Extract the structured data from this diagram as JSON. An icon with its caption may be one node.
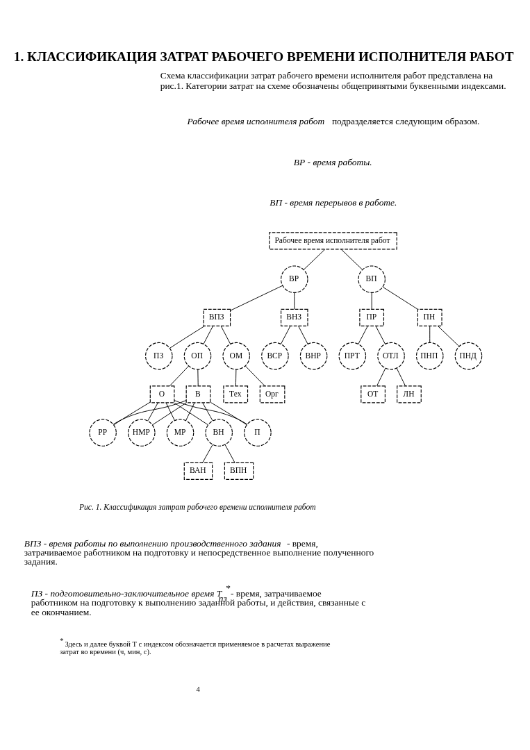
{
  "diagram": {
    "title": "1. КЛАССИФИКАЦИЯ ЗАТРАТ РАБОЧЕГО ВРЕМЕНИ ИСПОЛНИТЕЛЯ РАБОТ",
    "caption": "Рис. 1. Классификация затрат рабочего времени исполнителя работ",
    "nodes": [
      {
        "text": [
          "Рабочее время исполнителя работ"
        ]
      },
      {
        "text": [
          "ВР"
        ]
      },
      {
        "text": [
          "ВП"
        ]
      },
      {
        "text": [
          "ВПЗ"
        ]
      },
      {
        "text": [
          "ВНЗ"
        ]
      },
      {
        "text": [
          "ПР"
        ]
      },
      {
        "text": [
          "ПН"
        ]
      },
      {
        "text": [
          "ПЗ"
        ]
      },
      {
        "text": [
          "ОП"
        ]
      },
      {
        "text": [
          "ОМ"
        ]
      },
      {
        "text": [
          "ВСР"
        ]
      },
      {
        "text": [
          "ВНР"
        ]
      },
      {
        "text": [
          "ПРТ"
        ]
      },
      {
        "text": [
          "ОТЛ"
        ]
      },
      {
        "text": [
          "ПНП"
        ]
      },
      {
        "text": [
          "ПНД"
        ]
      },
      {
        "text": [
          "О"
        ]
      },
      {
        "text": [
          "В"
        ]
      },
      {
        "text": [
          "Тех"
        ]
      },
      {
        "text": [
          "Орг"
        ]
      },
      {
        "text": [
          "ОТ"
        ]
      },
      {
        "text": [
          "ЛН"
        ]
      },
      {
        "text": [
          "РР"
        ]
      },
      {
        "text": [
          "НМР"
        ]
      },
      {
        "text": [
          "МР"
        ]
      },
      {
        "text": [
          "ВН"
        ]
      },
      {
        "text": [
          "П"
        ]
      },
      {
        "text": [
          "ВАН"
        ]
      },
      {
        "text": [
          "ВПН"
        ]
      }
    ],
    "edges": [
      {
        "from": 0,
        "to": 1,
        "arrow": "none"
      },
      {
        "from": 0,
        "to": 2,
        "arrow": "none"
      },
      {
        "from": 1,
        "to": 3,
        "arrow": "none"
      },
      {
        "from": 1,
        "to": 4,
        "arrow": "none"
      },
      {
        "from": 2,
        "to": 5,
        "arrow": "none"
      },
      {
        "from": 2,
        "to": 6,
        "arrow": "none"
      },
      {
        "from": 3,
        "to": 7,
        "arrow": "none"
      },
      {
        "from": 3,
        "to": 8,
        "arrow": "none"
      },
      {
        "from": 3,
        "to": 9,
        "arrow": "none"
      },
      {
        "from": 4,
        "to": 10,
        "arrow": "none"
      },
      {
        "from": 4,
        "to": 11,
        "arrow": "none"
      },
      {
        "from": 5,
        "to": 12,
        "arrow": "none"
      },
      {
        "from": 5,
        "to": 13,
        "arrow": "none"
      },
      {
        "from": 6,
        "to": 14,
        "arrow": "none"
      },
      {
        "from": 6,
        "to": 15,
        "arrow": "none"
      },
      {
        "from": 8,
        "to": 16,
        "arrow": "none"
      },
      {
        "from": 8,
        "to": 17,
        "arrow": "none"
      },
      {
        "from": 9,
        "to": 18,
        "arrow": "none"
      },
      {
        "from": 9,
        "to": 19,
        "arrow": "none"
      },
      {
        "from": 13,
        "to": 20,
        "arrow": "none"
      },
      {
        "from": 13,
        "to": 21,
        "arrow": "none"
      },
      {
        "from": 16,
        "to": 22,
        "arrow": "none"
      },
      {
        "from": 16,
        "to": 23,
        "arrow": "none"
      },
      {
        "from": 16,
        "to": 24,
        "arrow": "none"
      },
      {
        "from": 16,
        "to": 25,
        "arrow": "none"
      },
      {
        "from": 16,
        "to": 26,
        "arrow": "none"
      },
      {
        "from": 17,
        "to": 22,
        "arrow": "none"
      },
      {
        "from": 17,
        "to": 23,
        "arrow": "none"
      },
      {
        "from": 17,
        "to": 24,
        "arrow": "none"
      },
      {
        "from": 17,
        "to": 25,
        "arrow": "none"
      },
      {
        "from": 17,
        "to": 26,
        "arrow": "none"
      },
      {
        "from": 25,
        "to": 27,
        "arrow": "none"
      },
      {
        "from": 25,
        "to": 28,
        "arrow": "none"
      }
    ],
    "labels": [
      "Схема классификации затрат рабочего времени исполнителя работ представлена на рис.1. Категории затрат на схеме обозначены общепринятыми буквенными индексами.",
      "*Рабочее время исполнителя работ* подразделяется следующим образом.",
      "*ВР - время работы.*",
      "*ВП - время перерывов в работе.*",
      "*ВПЗ - время работы по выполнению производственного задания* - время, затрачиваемое работником на подготовку и непосредственное выполнение полученного задания.",
      "*ПЗ - подготовительно-заключительное время Т$_{пз}$*$^{*}$- время, затрачиваемое работником на подготовку к выполнению заданной работы, и действия, связанные с ее окончанием.",
      "$^{*}$ Здесь и далее буквой Т с индексом обозначается применяемое в расчетах выражение затрат во времени (ч, мин, с).",
      "4"
    ]
  }
}
